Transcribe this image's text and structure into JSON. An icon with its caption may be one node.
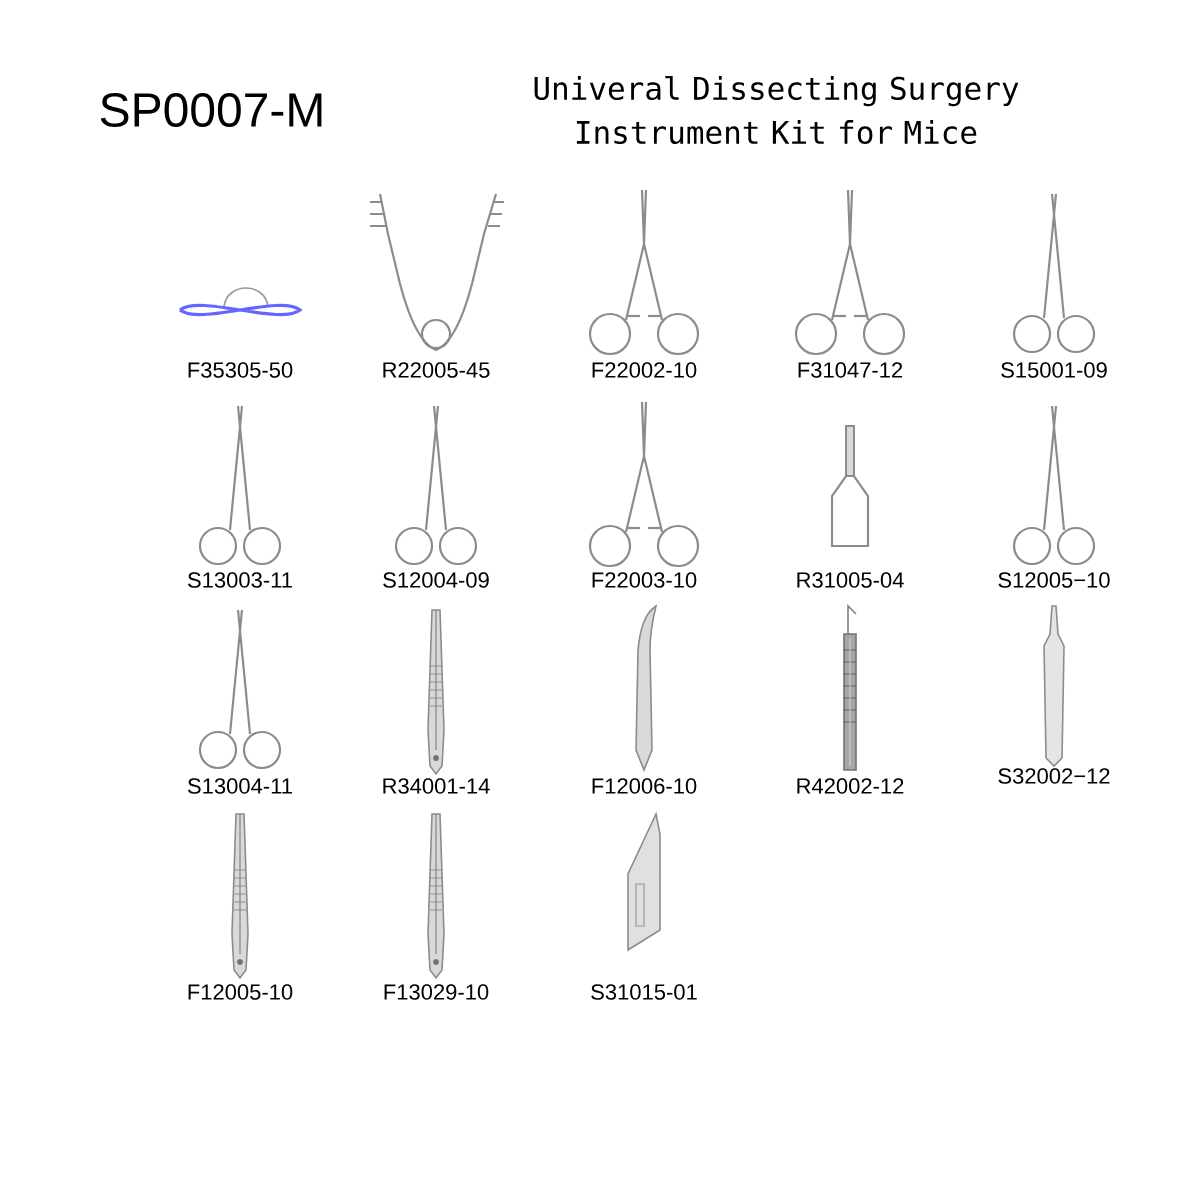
{
  "diagram": {
    "title": "Univeral Dissecting Surgery Instrument Kit for Mice",
    "nodes": [
      {
        "text": [],
        "shape": "picture",
        "beside": [
          "F35305-50"
        ]
      },
      {
        "text": [],
        "shape": "picture",
        "beside": [
          "R22005-45"
        ]
      },
      {
        "text": [],
        "shape": "picture",
        "beside": [
          "F22002-10"
        ]
      },
      {
        "text": [],
        "shape": "picture",
        "beside": [
          "F31047-12"
        ]
      },
      {
        "text": [],
        "shape": "picture",
        "beside": [
          "S15001-09"
        ]
      },
      {
        "text": [],
        "shape": "picture",
        "beside": [
          "S13003-11"
        ]
      },
      {
        "text": [],
        "shape": "picture",
        "beside": [
          "S12004-09"
        ]
      },
      {
        "text": [],
        "shape": "picture",
        "beside": [
          "F22003-10"
        ]
      },
      {
        "text": [],
        "shape": "picture",
        "beside": [
          "R31005-04"
        ]
      },
      {
        "text": [],
        "shape": "picture",
        "beside": [
          "S12005−10"
        ]
      },
      {
        "text": [],
        "shape": "picture",
        "beside": [
          "S13004-11"
        ]
      },
      {
        "text": [],
        "shape": "picture",
        "beside": [
          "R34001-14"
        ]
      },
      {
        "text": [],
        "shape": "picture",
        "beside": [
          "F12006-10"
        ]
      },
      {
        "text": [],
        "shape": "picture",
        "beside": [
          "R42002-12"
        ]
      },
      {
        "text": [],
        "shape": "picture",
        "beside": [
          "S32002−12"
        ]
      },
      {
        "text": [],
        "shape": "picture",
        "beside": [
          "F12005-10"
        ]
      },
      {
        "text": [],
        "shape": "picture",
        "beside": [
          "F13029-10"
        ]
      },
      {
        "text": [],
        "shape": "picture",
        "beside": [
          "S31015-01"
        ]
      }
    ],
    "labels": [
      "SP0007-M"
    ]
  }
}
